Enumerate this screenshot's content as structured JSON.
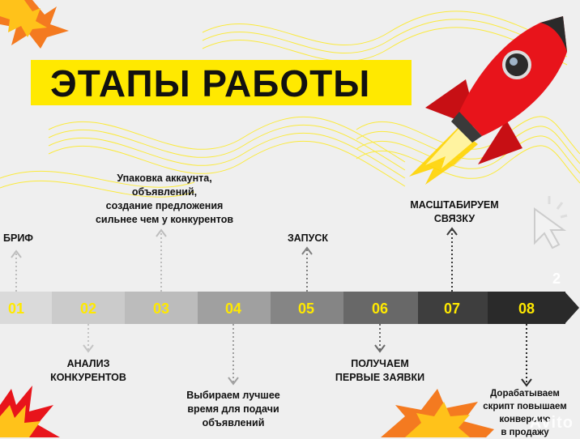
{
  "title": "ЭТАПЫ РАБОТЫ",
  "steps": [
    {
      "num": "01",
      "label": "БРИФ"
    },
    {
      "num": "02",
      "label": "АНАЛИЗ\nКОНКУРЕНТОВ"
    },
    {
      "num": "03",
      "label": "Упаковка аккаунта,\nобъявлений,\nсоздание предложения\nсильнее чем у конкурентов"
    },
    {
      "num": "04",
      "label": "Выбираем лучшее\nвремя для подачи\nобъявлений"
    },
    {
      "num": "05",
      "label": "ЗАПУСК"
    },
    {
      "num": "06",
      "label": "ПОЛУЧАЕМ\nПЕРВЫЕ ЗАЯВКИ"
    },
    {
      "num": "07",
      "label": "МАСШТАБИРУЕМ\nСВЯЗКУ"
    },
    {
      "num": "08",
      "label": "Дорабатываем\nскрипт повышаем\nконверсию\nв продажу"
    }
  ],
  "badge": "2",
  "watermark": "Avito",
  "colors": {
    "accent_yellow": "#ffe900",
    "rocket_red": "#e8141b",
    "timeline_light": "#d8d8d8",
    "timeline_dark": "#2a2a2a"
  }
}
